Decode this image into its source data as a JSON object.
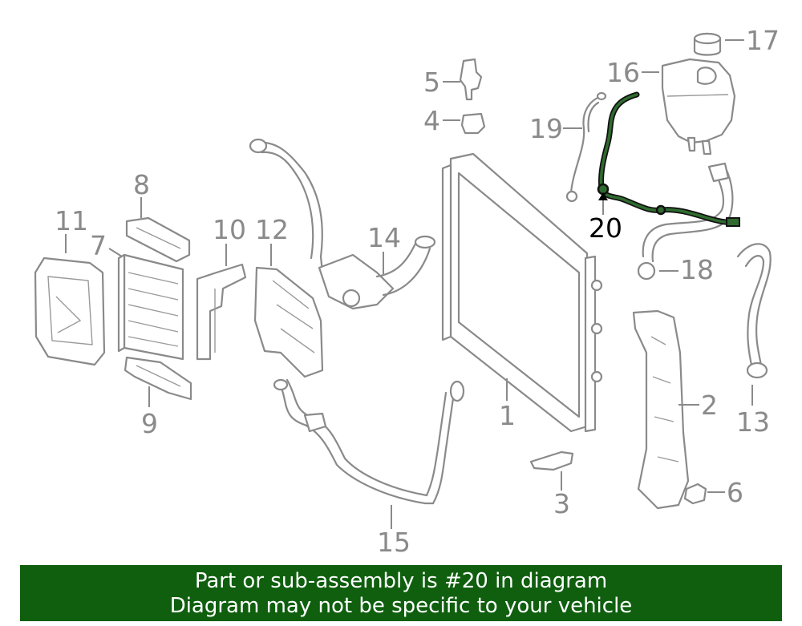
{
  "callouts": {
    "c1": "1",
    "c2": "2",
    "c3": "3",
    "c4": "4",
    "c5": "5",
    "c6": "6",
    "c7": "7",
    "c8": "8",
    "c9": "9",
    "c10": "10",
    "c11": "11",
    "c12": "12",
    "c13": "13",
    "c14": "14",
    "c15": "15",
    "c16": "16",
    "c17": "17",
    "c18": "18",
    "c19": "19",
    "c20": "20"
  },
  "highlight_part": "20",
  "colors": {
    "highlight": "#1f4d1f",
    "part_lines": "#8a8a8a",
    "banner_background": "#0f5f0f",
    "banner_text": "#ffffff"
  },
  "banner": {
    "line1": "Part or sub-assembly is #20 in diagram",
    "line2": "Diagram may not be specific to your vehicle"
  }
}
